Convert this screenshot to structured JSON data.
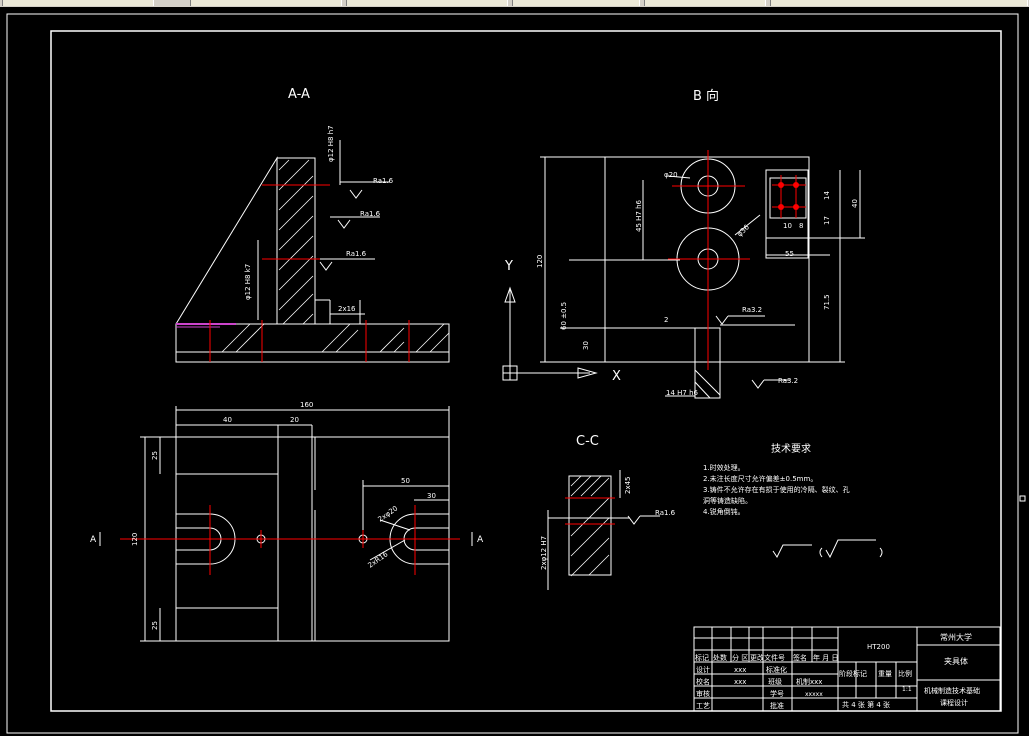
{
  "toolbar": {
    "segments": 6
  },
  "views": {
    "section_aa": "A-A",
    "view_b": "B 向",
    "section_cc": "C-C"
  },
  "dims": {
    "aa_1": "φ12 H8 h7",
    "aa_2": "φ12 H8 k7",
    "aa_3": "2x16",
    "ra_1": "Ra1.6",
    "ra_2": "Ra1.6",
    "ra_3": "Ra1.6",
    "b_d20": "φ20",
    "b_d36": "φ36",
    "b_45": "45 H7 h6",
    "b_120": "120",
    "b_60": "60 ±0.5",
    "b_30": "30",
    "b_2": "2",
    "b_ra32": "Ra3.2",
    "b_ra32b": "Ra3.2",
    "b_14": "14 H7 h6",
    "b_55": "55",
    "b_71": "71.5",
    "b_40": "40",
    "b_14r": "14",
    "b_17": "17",
    "b_10": "10",
    "b_8": "8",
    "axis_y": "Y",
    "axis_x": "X",
    "p_160": "160",
    "p_40": "40",
    "p_20": "20",
    "p_50": "50",
    "p_30": "30",
    "p_25": "25",
    "p_120": "120",
    "p_25b": "25",
    "p_r": "2xφ20",
    "p_r2": "2xR16",
    "cut_a1": "A",
    "cut_a2": "A",
    "cc_d": "2x45",
    "cc_ra": "Ra1.6",
    "cc_h": "2xφ12 H7"
  },
  "tech": {
    "title": "技术要求",
    "lines": [
      "1.时效处理。",
      "2.未注长度尺寸允许偏差±0.5mm。",
      "3.铸件不允许存在有损于使用的冷隔、裂纹、孔",
      "洞等铸造缺陷。",
      "4.锐角倒钝。"
    ]
  },
  "titleblock": {
    "material": "HT200",
    "school": "常州大学",
    "part": "夹具体",
    "course1": "机械制造技术基础",
    "course2": "课程设计",
    "scale": "1:1",
    "sheet": "共 4 张 第 4 张",
    "h_mark": "标记",
    "h_count": "处数",
    "h_zone": "分 区",
    "h_change": "更改文件号",
    "h_sign": "签名",
    "h_date": "年 月 日",
    "r_design": "设计",
    "r_design_v": "xxx",
    "r_std": "标准化",
    "r_check": "校名",
    "r_check_v": "xxx",
    "r_class": "班级",
    "r_class_v": "机制xxx",
    "r_review": "审核",
    "r_no": "学号",
    "r_no_v": "xxxxx",
    "r_craft": "工艺",
    "r_approve": "批准",
    "c_stage": "阶段标记",
    "c_weight": "重量",
    "c_ratio": "比例"
  },
  "colors": {
    "line": "#ffffff",
    "center": "#ff0000",
    "highlight": "#cc44cc",
    "background": "#000000"
  }
}
